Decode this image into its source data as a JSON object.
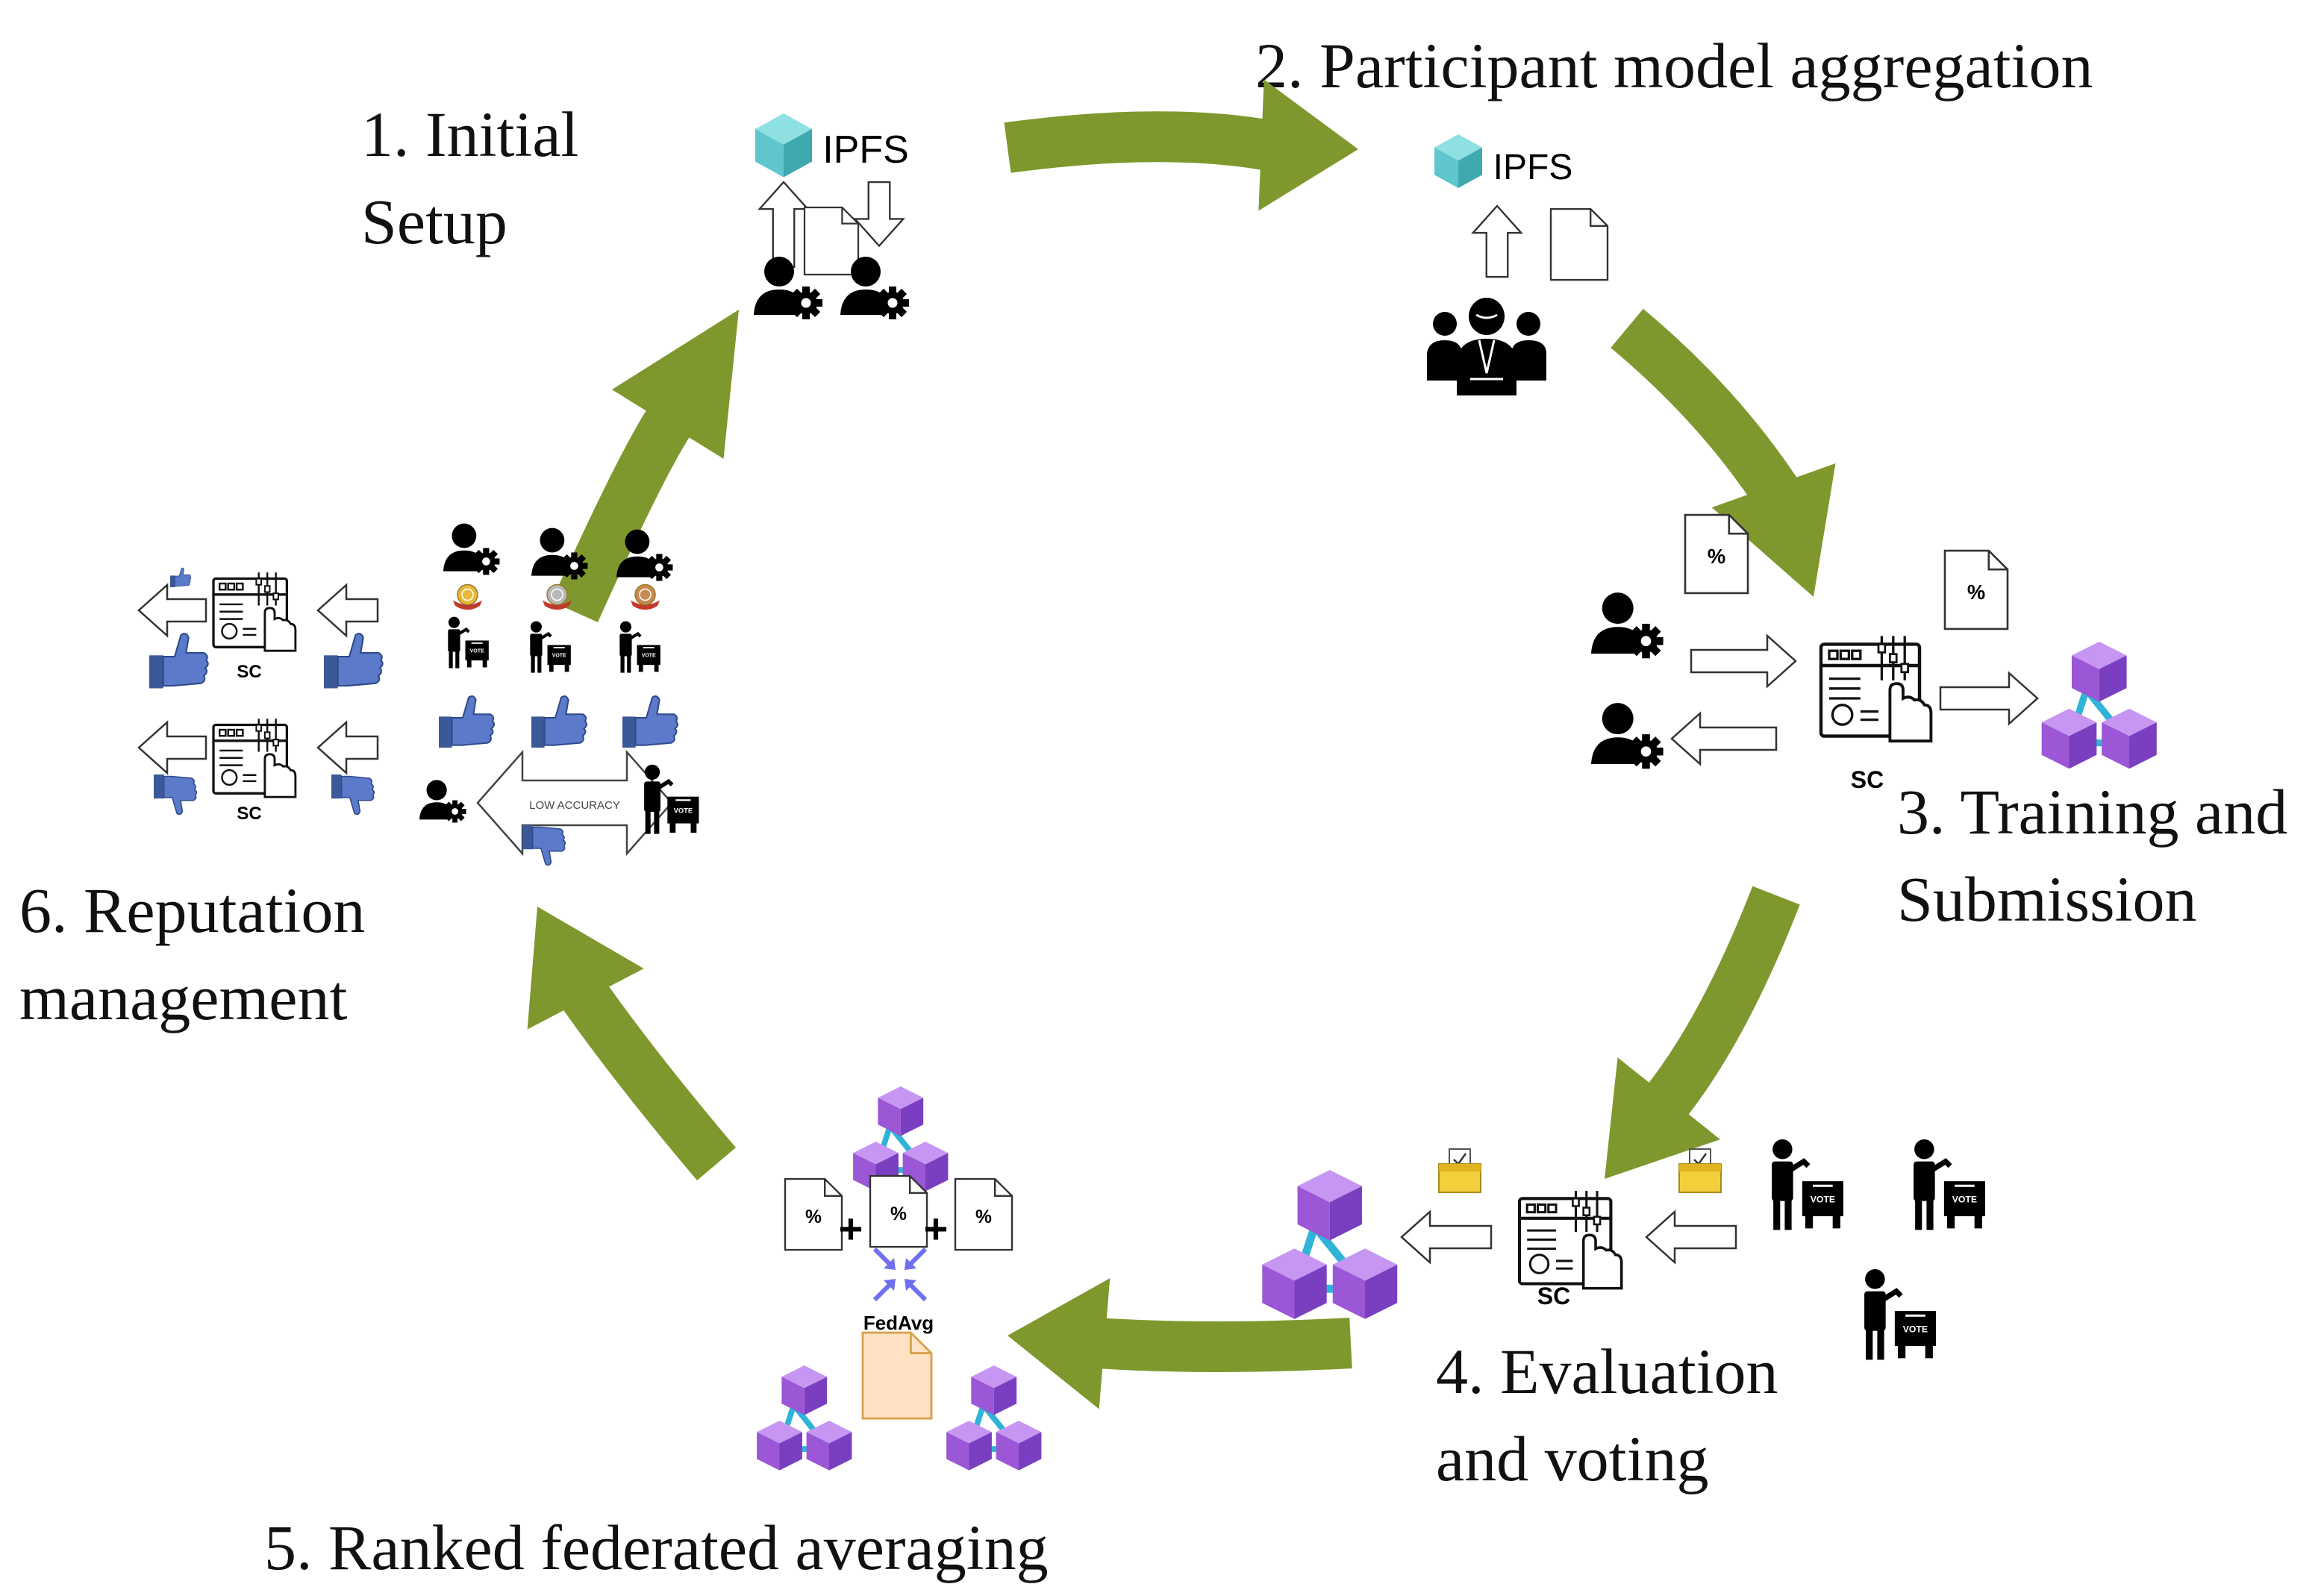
{
  "colors": {
    "arrow": "#7f982d",
    "ipfs_cube": "#5ec6cc",
    "blockchain": "#9b57d6",
    "thumb": "#3b5998",
    "document_fill": "#ffe2c4",
    "ballot": "#f4cf3c",
    "fedavg_icon": "#6f6ff0"
  },
  "steps": {
    "s1": {
      "line1": "1. Initial",
      "line2": "Setup"
    },
    "s2": {
      "line1": "2. Participant model aggregation"
    },
    "s3": {
      "line1": "3. Training and",
      "line2": "Submission"
    },
    "s4": {
      "line1": "4. Evaluation",
      "line2": "and voting"
    },
    "s5": {
      "line1": "5. Ranked federated averaging"
    },
    "s6": {
      "line1": "6. Reputation",
      "line2": "management"
    }
  },
  "labels": {
    "ipfs": "IPFS",
    "sc": "SC",
    "percent": "%",
    "plus": "+",
    "fedavg": "FedAvg",
    "vote": "VOTE",
    "low_accuracy": "LOW ACCURACY"
  },
  "icons": {
    "ipfs": "ipfs-cube-icon",
    "person": "person-gear-icon",
    "group": "group-icon",
    "smart_contract": "smart-contract-icon",
    "blockchain": "blockchain-icon",
    "document": "document-icon",
    "voter": "voter-icon",
    "ballot": "ballot-box-icon",
    "thumbs_up": "thumbs-up-icon",
    "thumbs_down": "thumbs-down-icon",
    "medal": "medal-icon",
    "fedavg": "fedavg-icon"
  }
}
